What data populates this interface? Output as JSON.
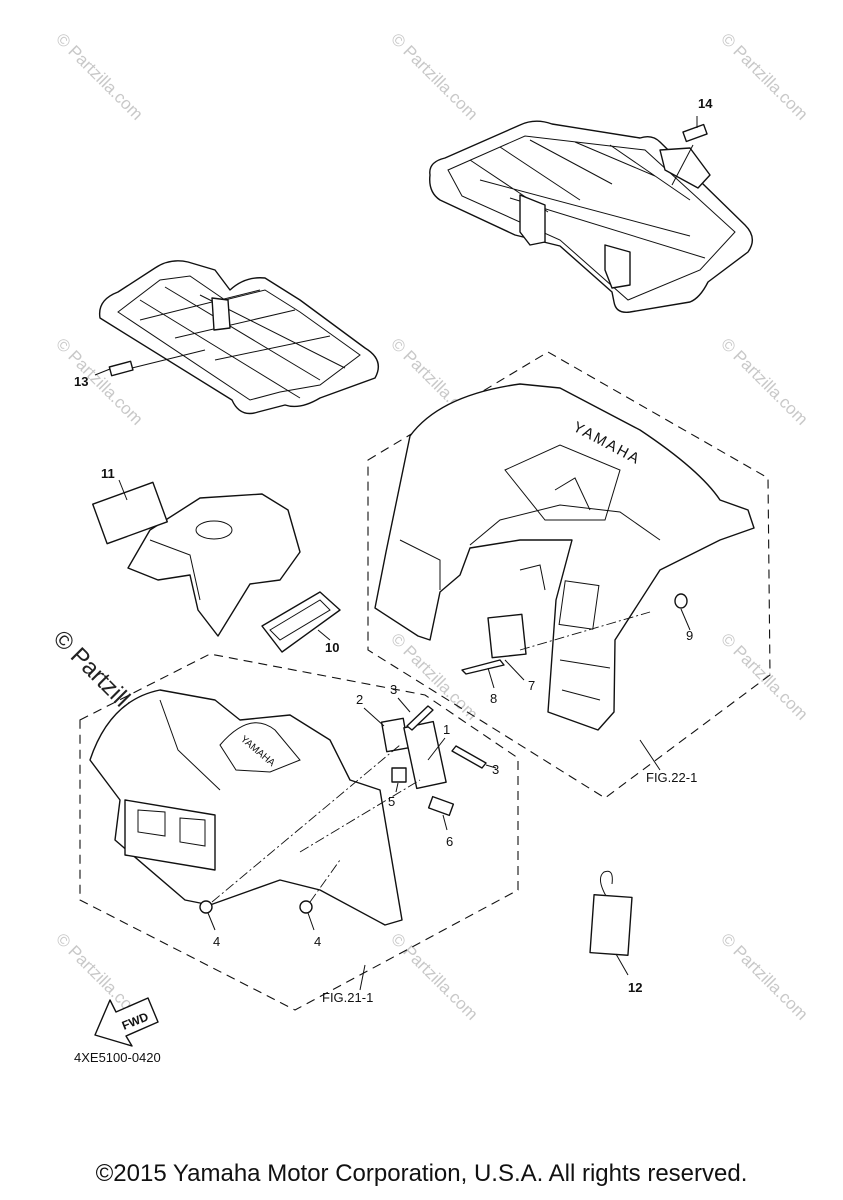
{
  "watermarks": {
    "small": "© Partzilla.com",
    "large": "© Partzilla.com"
  },
  "callouts": {
    "c1": "1",
    "c2": "2",
    "c3a": "3",
    "c3b": "3",
    "c4a": "4",
    "c4b": "4",
    "c5": "5",
    "c6": "6",
    "c7": "7",
    "c8": "8",
    "c9": "9",
    "c10": "10",
    "c11": "11",
    "c12": "12",
    "c13": "13",
    "c14": "14"
  },
  "figure_refs": {
    "fig22": "FIG.22-1",
    "fig21": "FIG.21-1"
  },
  "fwd_label": "FWD",
  "fender_text": "YAMAHA",
  "diagram_code": "4XE5100-0420",
  "copyright": "©2015 Yamaha Motor Corporation, U.S.A. All rights reserved."
}
